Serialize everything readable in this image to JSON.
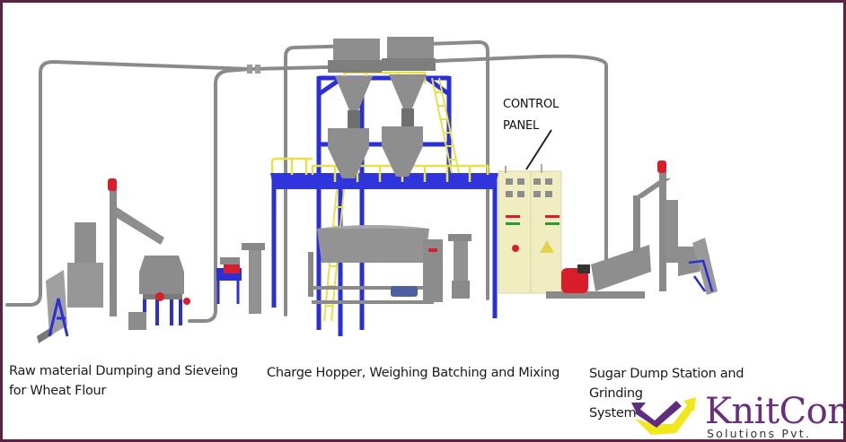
{
  "diagram": {
    "title": "Bakery / flour processing plant layout",
    "labels": {
      "control_panel": [
        "CONTROL",
        "PANEL"
      ],
      "sections": [
        {
          "id": "raw-material",
          "lines": [
            "Raw material Dumping and Sieveing",
            "for Wheat Flour"
          ]
        },
        {
          "id": "charge-hopper",
          "lines": [
            "Charge Hopper, Weighing Batching and Mixing"
          ]
        },
        {
          "id": "sugar-dump",
          "lines": [
            "Sugar Dump Station and Grinding",
            "System"
          ]
        }
      ]
    },
    "logo": {
      "name": "KnitCon",
      "subtitle": "Solutions Pvt. Ltd."
    },
    "colors": {
      "frame": "#5a2244",
      "structure_blue": "#2a2fd6",
      "railing_yellow": "#e6e04a",
      "machine_gray": "#8c8c8c",
      "motor_red": "#d81e2a",
      "panel_cream": "#f0edc0",
      "logo_purple": "#6a2e80",
      "logo_yellow": "#f2e61c"
    }
  }
}
